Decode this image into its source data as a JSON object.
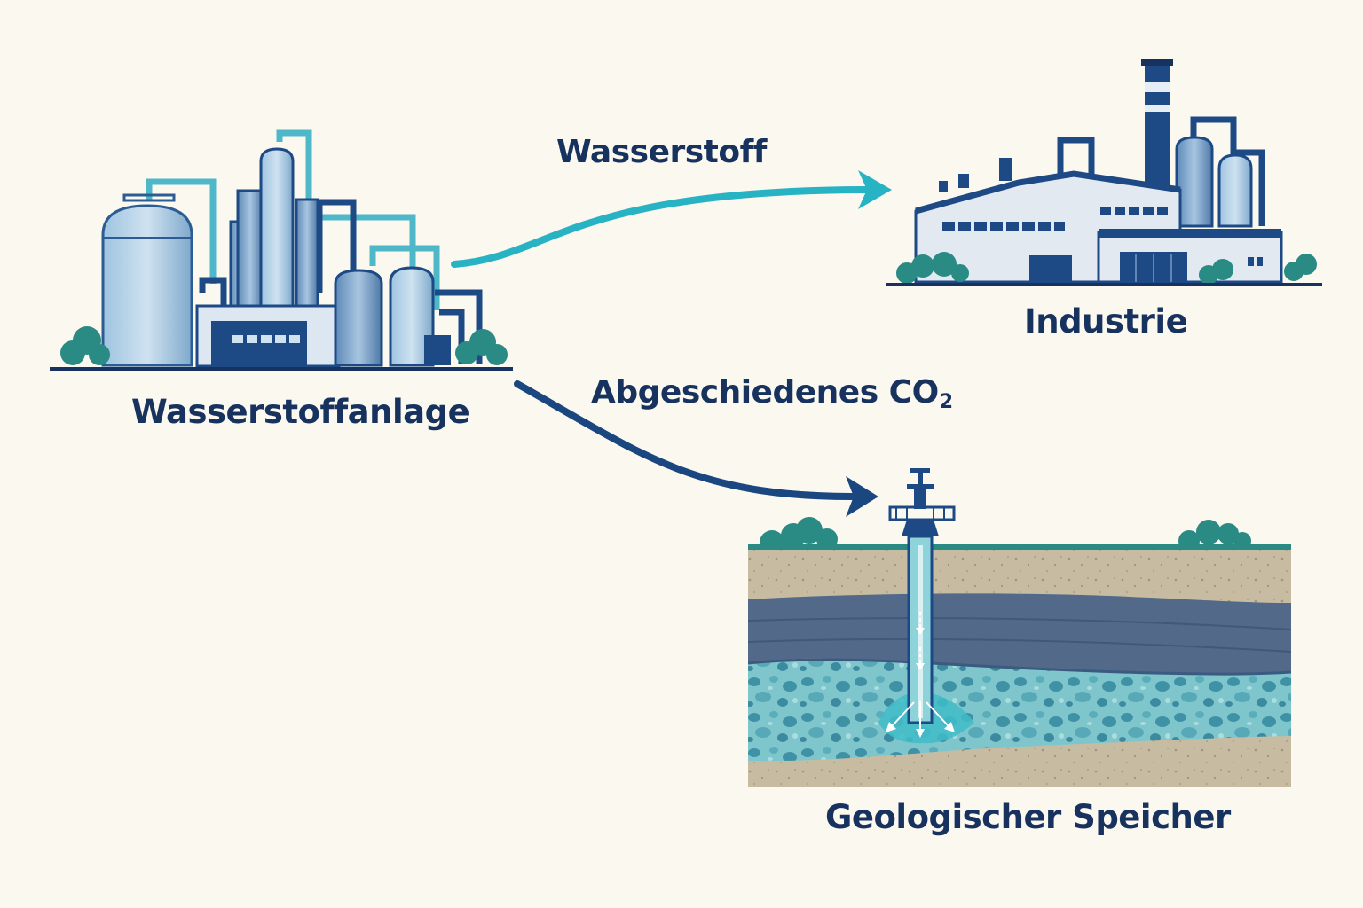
{
  "nodes": {
    "plant": {
      "label": "Wasserstoffanlage"
    },
    "industry": {
      "label": "Industrie"
    },
    "storage": {
      "label": "Geologischer Speicher"
    }
  },
  "edges": {
    "hydrogen": {
      "label": "Wasserstoff",
      "from": "Wasserstoffanlage",
      "to": "Industrie"
    },
    "co2": {
      "label": "Abgeschiedenes CO",
      "label_subscript": "2",
      "from": "Wasserstoffanlage",
      "to": "Geologischer Speicher"
    }
  },
  "colors": {
    "background": "#fbf8ef",
    "text": "#17325e",
    "hydrogen_arrow": "#27b3c4",
    "co2_arrow": "#1b4780",
    "foliage": "#2a8a84",
    "rock_sand": "#c7bca2",
    "rock_shale": "#52698a",
    "reservoir": "#7fc6cc"
  }
}
